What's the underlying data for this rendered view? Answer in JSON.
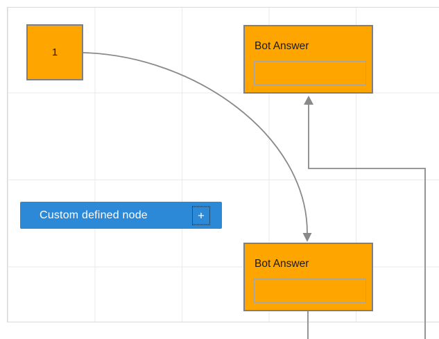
{
  "app": {
    "description": "flow diagram canvas"
  },
  "palette": {
    "node_fill_orange": "#ffa500",
    "node_border_gray": "#7f7f7f",
    "answer_box_border": "#a3a3a3",
    "accent_blue": "#2c89d8",
    "connector_gray": "#898989",
    "grid_line": "#e9e9e9",
    "canvas_border": "#d9d9d9",
    "text_dark": "#1b1b1b",
    "text_white": "#ffffff"
  },
  "nodes": {
    "source": {
      "label": "1"
    },
    "bot_answer_top": {
      "title": "Bot Answer"
    },
    "bot_answer_bottom": {
      "title": "Bot Answer"
    },
    "custom": {
      "label": "Custom defined node",
      "plus_glyph": "+",
      "plus_icon": "plus-icon"
    }
  },
  "connectors": {
    "curve": "source node right side to bottom Bot Answer top, bezier, arrow down",
    "elbow": "from bottom off-screen up right side, left along y=243, arrow up into top Bot Answer bottom",
    "stub": "bottom Bot Answer bottom edge down off-screen"
  }
}
